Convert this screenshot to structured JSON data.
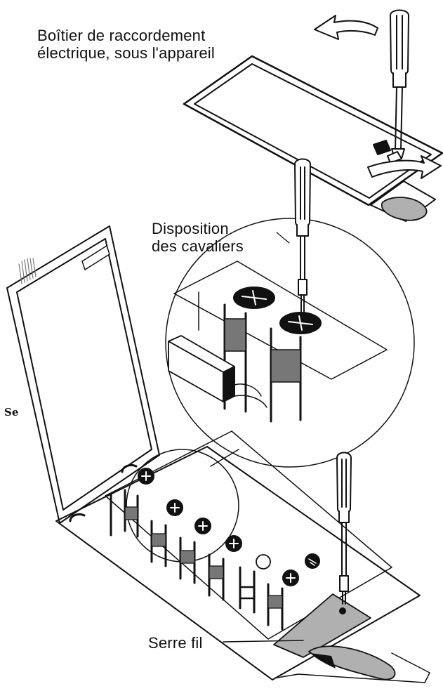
{
  "labels": {
    "junction_box_line1": "Boîtier de raccordement",
    "junction_box_line2": "électrique, sous l'appareil",
    "jumper_line1": "Disposition",
    "jumper_line2": "des cavaliers",
    "cable_clamp": "Serre fil",
    "side_mark": "Se"
  },
  "colors": {
    "line": "#111111",
    "shade": "#777777",
    "light": "#b0b0b0",
    "paper": "#ffffff"
  }
}
